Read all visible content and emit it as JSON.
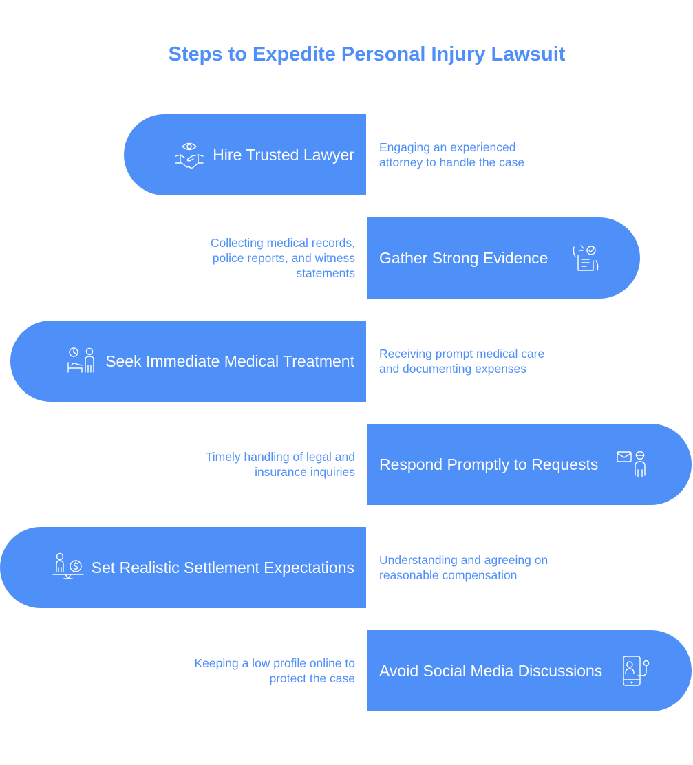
{
  "title": "Steps to Expedite Personal Injury Lawsuit",
  "steps": [
    {
      "label": "Hire Trusted Lawyer",
      "icon": "handshake-eye-icon",
      "desc": [
        "Engaging an experienced",
        "attorney to handle the case"
      ]
    },
    {
      "label": "Gather Strong Evidence",
      "icon": "document-check-icon",
      "desc": [
        "Collecting medical records,",
        "police reports, and witness",
        "statements"
      ]
    },
    {
      "label": "Seek Immediate Medical Treatment",
      "icon": "patient-clock-icon",
      "desc": [
        "Receiving prompt medical care",
        "and documenting expenses"
      ]
    },
    {
      "label": "Respond Promptly to Requests",
      "icon": "mail-person-icon",
      "desc": [
        "Timely handling of legal and",
        "insurance inquiries"
      ]
    },
    {
      "label": "Set Realistic Settlement Expectations",
      "icon": "person-scale-coin-icon",
      "desc": [
        "Understanding and agreeing on",
        "reasonable compensation"
      ]
    },
    {
      "label": "Avoid Social Media Discussions",
      "icon": "phone-user-icon",
      "desc": [
        "Keeping a low profile online to",
        "protect the case"
      ]
    }
  ],
  "colors": {
    "accent": "#4f8ff8",
    "text_on_accent": "#ffffff"
  }
}
